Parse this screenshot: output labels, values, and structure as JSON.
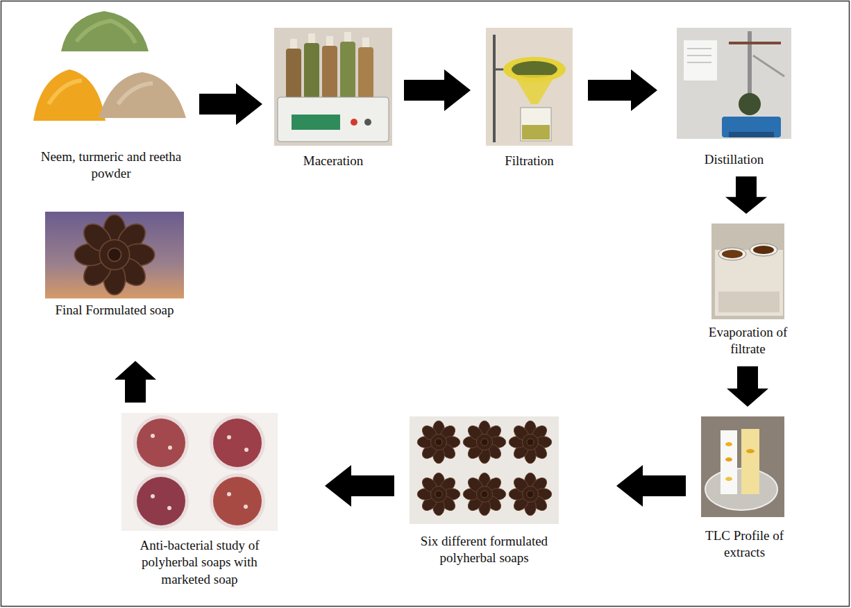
{
  "diagram": {
    "nodes": [
      {
        "text": [
          "Neem, turmeric and reetha powder"
        ]
      },
      {
        "text": [
          "Maceration"
        ]
      },
      {
        "text": [
          "Filtration"
        ]
      },
      {
        "text": [
          "Distillation"
        ]
      },
      {
        "text": [
          "Evaporation of filtrate"
        ]
      },
      {
        "text": [
          "TLC Profile of extracts"
        ]
      },
      {
        "text": [
          "Six different formulated polyherbal soaps"
        ]
      },
      {
        "text": [
          "Anti-bacterial study of polyherbal soaps with marketed soap"
        ]
      },
      {
        "text": [
          "Final Formulated soap"
        ]
      }
    ],
    "edges": [
      {
        "from": 0,
        "to": 1,
        "arrow": "to"
      },
      {
        "from": 1,
        "to": 2,
        "arrow": "to"
      },
      {
        "from": 2,
        "to": 3,
        "arrow": "to"
      },
      {
        "from": 3,
        "to": 4,
        "arrow": "to"
      },
      {
        "from": 4,
        "to": 5,
        "arrow": "to"
      },
      {
        "from": 5,
        "to": 6,
        "arrow": "to"
      },
      {
        "from": 6,
        "to": 7,
        "arrow": "to"
      },
      {
        "from": 7,
        "to": 8,
        "arrow": "to"
      }
    ]
  }
}
